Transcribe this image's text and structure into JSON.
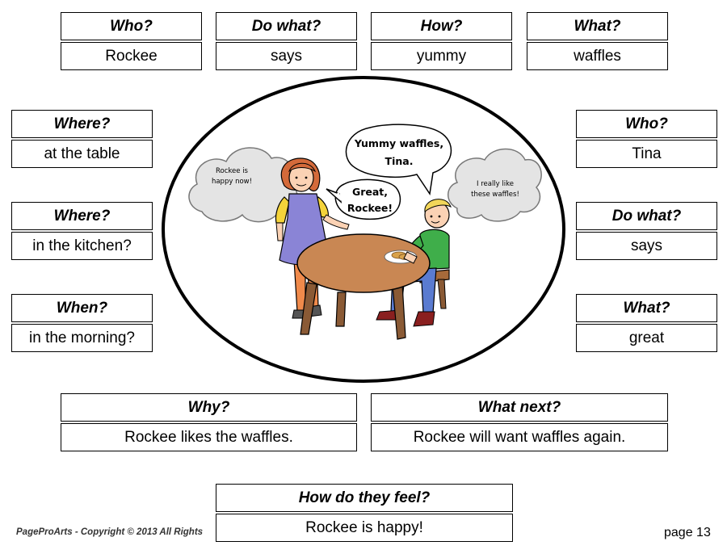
{
  "top_row": [
    {
      "question": "Who?",
      "answer": "Rockee"
    },
    {
      "question": "Do what?",
      "answer": "says"
    },
    {
      "question": "How?",
      "answer": "yummy"
    },
    {
      "question": "What?",
      "answer": "waffles"
    }
  ],
  "left_column": [
    {
      "question": "Where?",
      "answer": "at the table"
    },
    {
      "question": "Where?",
      "answer": "in the kitchen?"
    },
    {
      "question": "When?",
      "answer": "in the morning?"
    }
  ],
  "right_column": [
    {
      "question": "Who?",
      "answer": "Tina"
    },
    {
      "question": "Do what?",
      "answer": "says"
    },
    {
      "question": "What?",
      "answer": "great"
    }
  ],
  "bottom_row": [
    {
      "question": "Why?",
      "answer": "Rockee likes the waffles."
    },
    {
      "question": "What next?",
      "answer": "Rockee will want waffles again."
    }
  ],
  "feel": {
    "question": "How do they feel?",
    "answer": "Rockee is happy!"
  },
  "scene": {
    "speech_tina": [
      "Yummy waffles,",
      "Tina."
    ],
    "speech_rockee": [
      "Great,",
      "Rockee!"
    ],
    "thought_left": [
      "Rockee is",
      "happy now!"
    ],
    "thought_right": [
      "I really like",
      "these waffles!"
    ]
  },
  "footer": {
    "copyright": "PageProArts - Copyright © 2013 All Rights",
    "page": "page 13"
  }
}
